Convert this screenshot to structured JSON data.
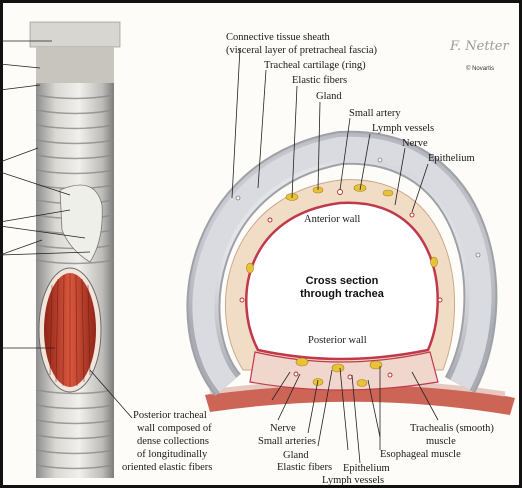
{
  "labels": {
    "sheath_line1": "Connective tissue sheath",
    "sheath_line2": "(visceral layer of pretracheal fascia)",
    "cartilage": "Tracheal cartilage (ring)",
    "elastic_top": "Elastic fibers",
    "gland_top": "Gland",
    "small_artery": "Small artery",
    "lymph_top": "Lymph vessels",
    "nerve_top": "Nerve",
    "epithelium_top": "Epithelium",
    "anterior_wall": "Anterior wall",
    "cross_line1": "Cross section",
    "cross_line2": "through trachea",
    "posterior_wall": "Posterior wall",
    "nerve_bottom": "Nerve",
    "small_arteries": "Small arteries",
    "gland_bottom": "Gland",
    "elastic_bottom": "Elastic fibers",
    "epithelium_bottom": "Epithelium",
    "lymph_bottom": "Lymph vessels",
    "esophageal": "Esophageal muscle",
    "trachealis_line1": "Trachealis (smooth)",
    "trachealis_line2": "muscle",
    "posterior_note": [
      "Posterior tracheal",
      "wall composed of",
      "dense collections",
      "of longitudinally",
      "oriented elastic fibers"
    ]
  },
  "signature": "F. Netter",
  "copyright": "© Novartis",
  "colors": {
    "cartilage": "#c9ccd3",
    "muscle": "#c8452f",
    "mucosa": "#e9c9c4",
    "gland": "#e8c238"
  }
}
